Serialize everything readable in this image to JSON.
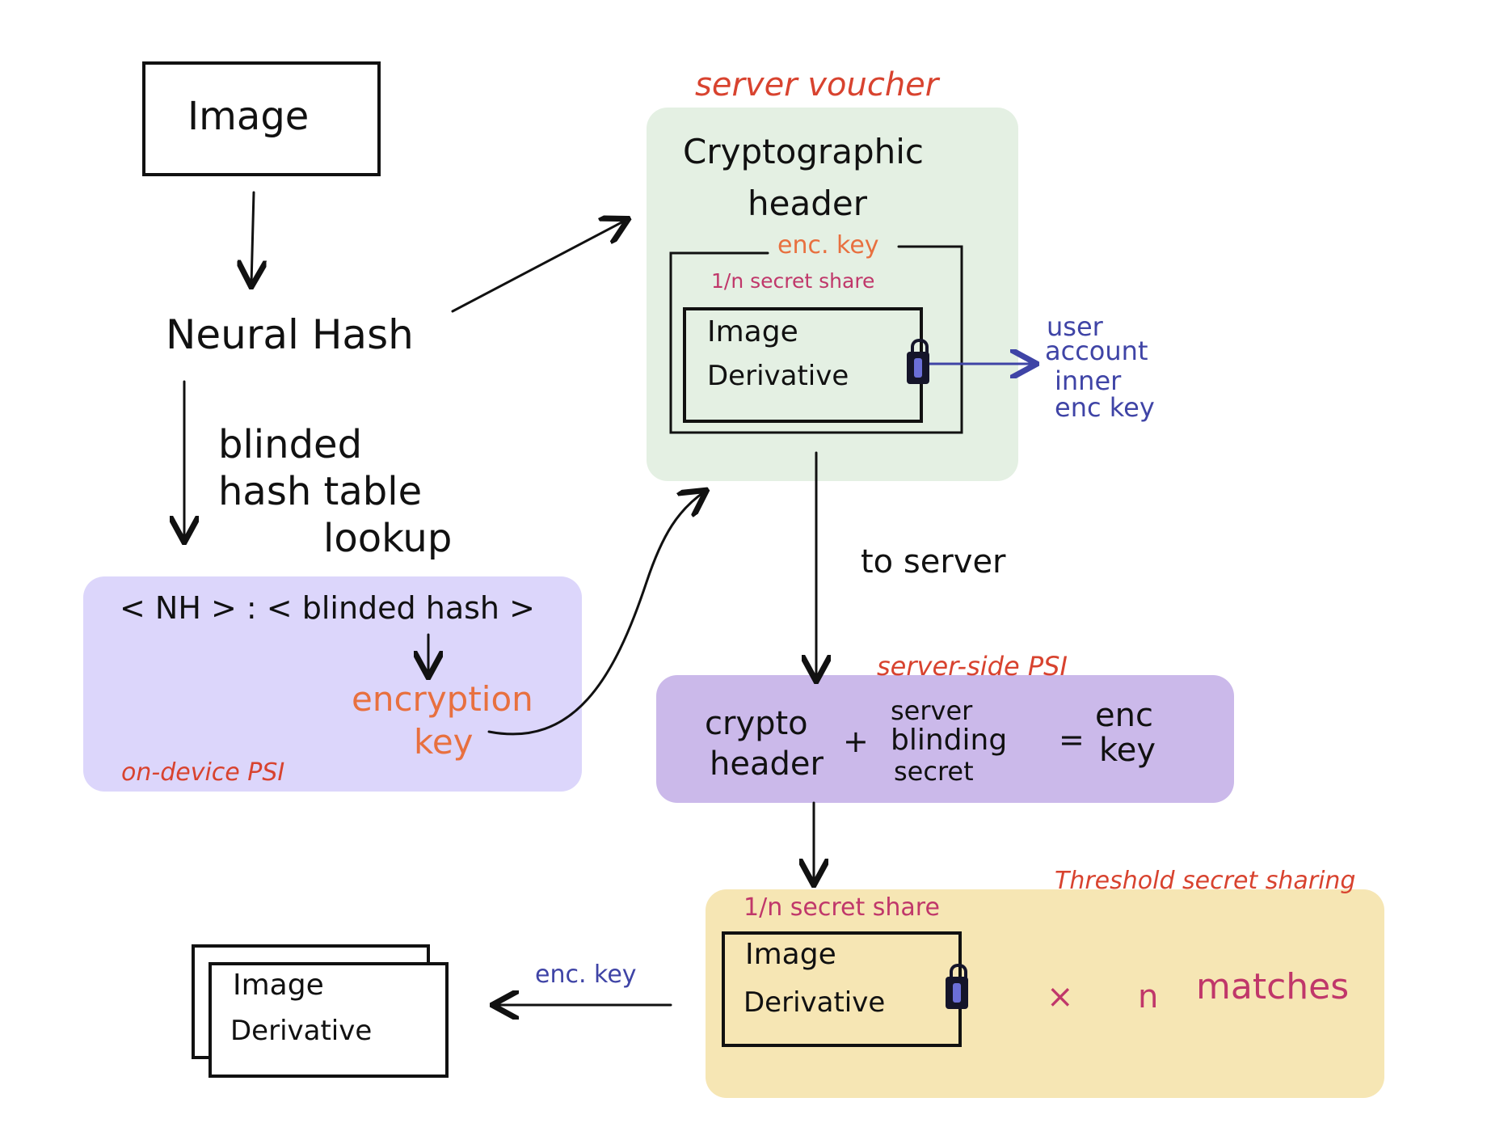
{
  "image_box": {
    "label": "Image"
  },
  "neural_hash": {
    "label": "Neural Hash"
  },
  "lookup": {
    "line1": "blinded",
    "line2": "hash table",
    "line3": "lookup"
  },
  "on_device": {
    "tag": "on-device PSI",
    "mapping": "< NH > :  < blinded hash >",
    "enc_line1": "encryption",
    "enc_line2": "key",
    "color": "#dcd6fb"
  },
  "voucher": {
    "tag": "server voucher",
    "header_line1": "Cryptographic",
    "header_line2": "header",
    "enc_key": "enc. key",
    "secret_share": "1/n  secret share",
    "inner_line1": "Image",
    "inner_line2": "Derivative",
    "color": "#e4f0e3"
  },
  "user_key": {
    "line1": "user",
    "line2": "account",
    "line3": "inner",
    "line4": "enc  key"
  },
  "to_server": {
    "label": "to server"
  },
  "server_psi": {
    "tag": "server-side PSI",
    "crypto_line1": "crypto",
    "crypto_line2": "header",
    "plus": "+",
    "blind_line1": "server",
    "blind_line2": "blinding",
    "blind_line3": "secret",
    "equals": "=",
    "result_line1": "enc",
    "result_line2": "key",
    "color": "#cbb9ea"
  },
  "threshold": {
    "tag": "Threshold secret sharing",
    "secret_share": "1/n  secret share",
    "inner_line1": "Image",
    "inner_line2": "Derivative",
    "times": "×",
    "n": "n",
    "matches": "matches",
    "color": "#f6e6b4"
  },
  "output_enc_key": {
    "label": "enc. key"
  },
  "output_box": {
    "line1": "Image",
    "line2": "Derivative"
  }
}
